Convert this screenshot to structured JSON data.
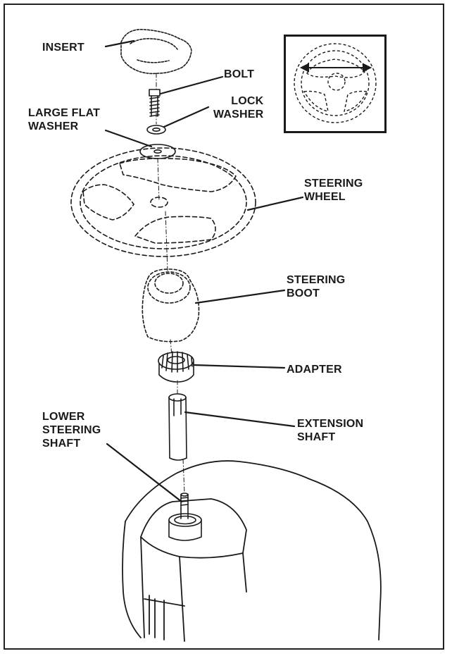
{
  "labels": {
    "insert": "INSERT",
    "bolt": "BOLT",
    "lock_washer": "LOCK\nWASHER",
    "large_flat_washer": "LARGE FLAT\nWASHER",
    "steering_wheel": "STEERING\nWHEEL",
    "steering_boot": "STEERING\nBOOT",
    "adapter": "ADAPTER",
    "extension_shaft": "EXTENSION\nSHAFT",
    "lower_steering_shaft": "LOWER\nSTEERING\nSHAFT"
  },
  "colors": {
    "line": "#1a1a1a",
    "background": "#ffffff"
  }
}
